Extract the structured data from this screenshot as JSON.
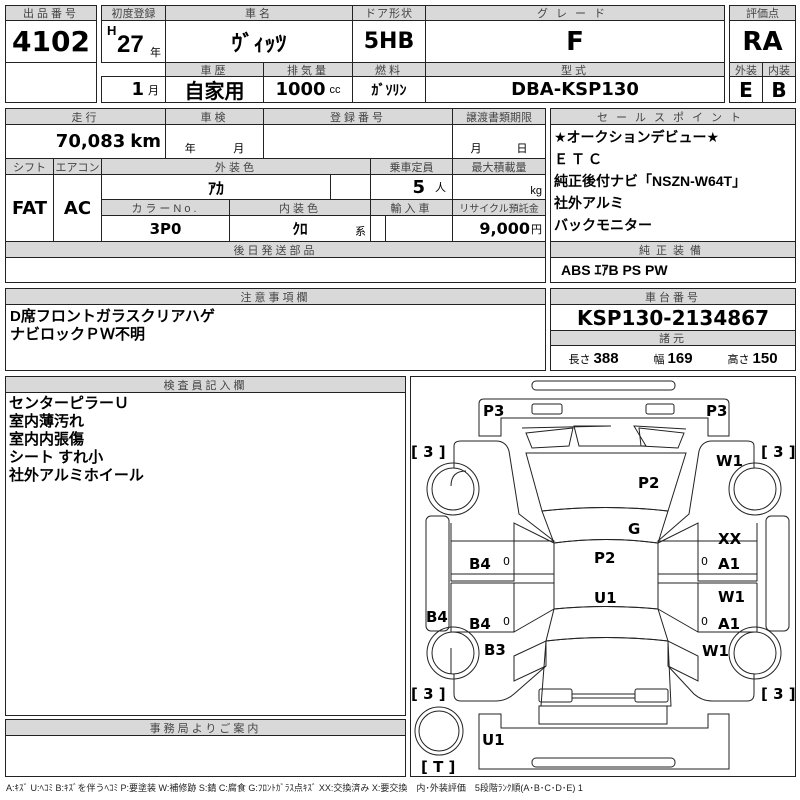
{
  "header": {
    "lot_label": "出品番号",
    "lot_value": "4102",
    "first_reg_label": "初度登録",
    "era": "H",
    "year": "27",
    "year_unit": "年",
    "month": "1",
    "month_unit": "月",
    "car_name_label": "車名",
    "car_name": "ｳﾞｨｯﾂ",
    "door_label": "ドア形状",
    "door": "5HB",
    "grade_label": "グレード",
    "grade": "F",
    "history_label": "車歴",
    "history": "自家用",
    "displacement_label": "排気量",
    "displacement": "1000",
    "displacement_unit": "cc",
    "fuel_label": "燃料",
    "fuel": "ｶﾞｿﾘﾝ",
    "model_label": "型式",
    "model": "DBA-KSP130",
    "score_label": "評価点",
    "score": "RA",
    "exterior_label": "外装",
    "exterior": "E",
    "interior_label": "内装",
    "interior": "B"
  },
  "details": {
    "mileage_label": "走行",
    "mileage": "70,083",
    "mileage_unit": "km",
    "inspection_label": "車検",
    "inspection_year_unit": "年",
    "inspection_month_unit": "月",
    "reg_no_label": "登録番号",
    "transfer_label": "譲渡書類期限",
    "transfer_month_unit": "月",
    "transfer_day_unit": "日",
    "shift_label": "シフト",
    "shift": "FAT",
    "ac_label": "エアコン",
    "ac": "AC",
    "ext_color_label": "外装色",
    "ext_color": "ｱｶ",
    "capacity_label": "乗車定員",
    "capacity": "5",
    "capacity_unit": "人",
    "max_load_label": "最大積載量",
    "max_load_unit": "kg",
    "color_no_label": "カラーNo.",
    "color_no": "3P0",
    "int_color_label": "内装色",
    "int_color": "ｸﾛ",
    "int_color_unit": "系",
    "import_label": "輸入車",
    "recycle_label": "リサイクル預託金",
    "recycle": "9,000",
    "recycle_unit": "円",
    "later_parts_label": "後日発送部品"
  },
  "sales_points": {
    "label": "セールスポイント",
    "items": [
      "★オークションデビュー★",
      "ＥＴＣ",
      "純正後付ナビ「NSZN-W64T」",
      "社外アルミ",
      "バックモニター"
    ]
  },
  "equipment": {
    "label": "純正装備",
    "value": "ABS ｴｱB PS PW"
  },
  "notes": {
    "label": "注意事項欄",
    "lines": [
      "D席フロントガラスクリアハゲ",
      "ナビロックＰＷ不明"
    ]
  },
  "chassis": {
    "label": "車台番号",
    "value": "KSP130-2134867",
    "spec_label": "諸元",
    "length_label": "長さ",
    "length": "388",
    "width_label": "幅",
    "width": "169",
    "height_label": "高さ",
    "height": "150"
  },
  "inspector": {
    "label": "検査員記入欄",
    "lines": [
      "センターピラーＵ",
      "室内薄汚れ",
      "室内内張傷",
      "シート すれ小",
      "社外アルミホイール"
    ]
  },
  "office": {
    "label": "事務局よりご案内"
  },
  "diagram": {
    "marks": [
      "P3",
      "P3",
      "[ 3 ]",
      "[ 3 ]",
      "W1",
      "P2",
      "G",
      "XX",
      "A1",
      "B4",
      "0",
      "0",
      "P2",
      "U1",
      "W1",
      "A1",
      "B4",
      "B4",
      "0",
      "0",
      "B3",
      "W1",
      "[ 3 ]",
      "[ 3 ]",
      "U1",
      "[ T ]"
    ]
  },
  "legend": "A:ｷｽﾞ U:ﾍｺﾐ B:ｷｽﾞを伴うﾍｺﾐ P:要塗装 W:補修跡 S:錆 C:腐食 G:ﾌﾛﾝﾄｶﾞﾗｽ点ｷｽﾞ XX:交換済み X:要交換　内･外装評価　5段階ﾗﾝｸ順(A･B･C･D･E) 1"
}
